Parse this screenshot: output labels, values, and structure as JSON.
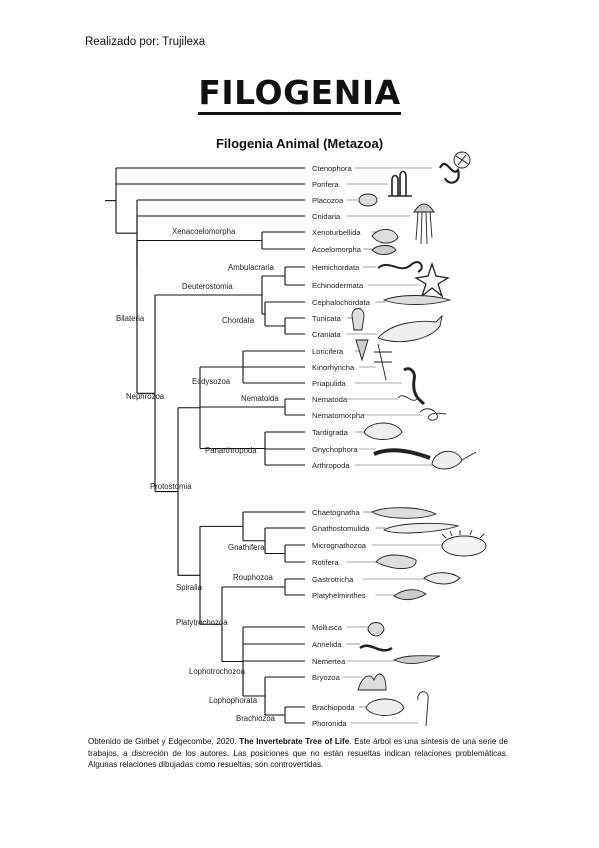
{
  "header": {
    "author": "Realizado por: Trujilexa",
    "title": "FILOGENIA",
    "subtitle": "Filogenia Animal (Metazoa)"
  },
  "taxa": [
    "Ctenophora",
    "Porifera",
    "Placozoa",
    "Cnidaria",
    "Xenoturbellida",
    "Acoelomorpha",
    "Hemichordata",
    "Echinodermata",
    "Cephalochordata",
    "Tunicata",
    "Craniata",
    "Loricifera",
    "Kinorhyncha",
    "Priapulida",
    "Nematoda",
    "Nematomorpha",
    "Tardigrada",
    "Onychophora",
    "Arthropoda",
    "Chaetognatha",
    "Gnathostomulida",
    "Micrognathozoa",
    "Rotifera",
    "Gastrotricha",
    "Platyhelminthes",
    "Mollusca",
    "Annelida",
    "Nemertea",
    "Bryozoa",
    "Brachiopoda",
    "Phoronida"
  ],
  "clades": {
    "xenacoelomorpha": "Xenacoelomorpha",
    "ambulacraria": "Ambulacraria",
    "deuterostomia": "Deuterostomia",
    "chordata": "Chordata",
    "bilateria": "Bilateria",
    "nephrozoa": "Nephrozoa",
    "ecdysozoa": "Ecdysozoa",
    "nematoida": "Nematoida",
    "panarthropoda": "Panarthropoda",
    "protostomia": "Protostomia",
    "gnathifera": "Gnathifera",
    "rouphozoa": "Rouphozoa",
    "spiralia": "Spiralia",
    "platytrochozoa": "Platytrochozoa",
    "lophotrochozoa": "Lophotrochozoa",
    "lophophorata": "Lophophorata",
    "brachiozoa": "Brachiozoa"
  },
  "caption": {
    "before": "Obtenido de Giribet y Edgecombe, 2020. ",
    "bold": "The Invertebrate Tree of Life",
    "after": ". Este árbol es una síntesis de una serie de trabajos, a discreción de los autores. Las posiciones que no están resueltas indican relaciones problemáticas. Algunas relaciones dibujadas como resueltas, son controvertidas."
  }
}
